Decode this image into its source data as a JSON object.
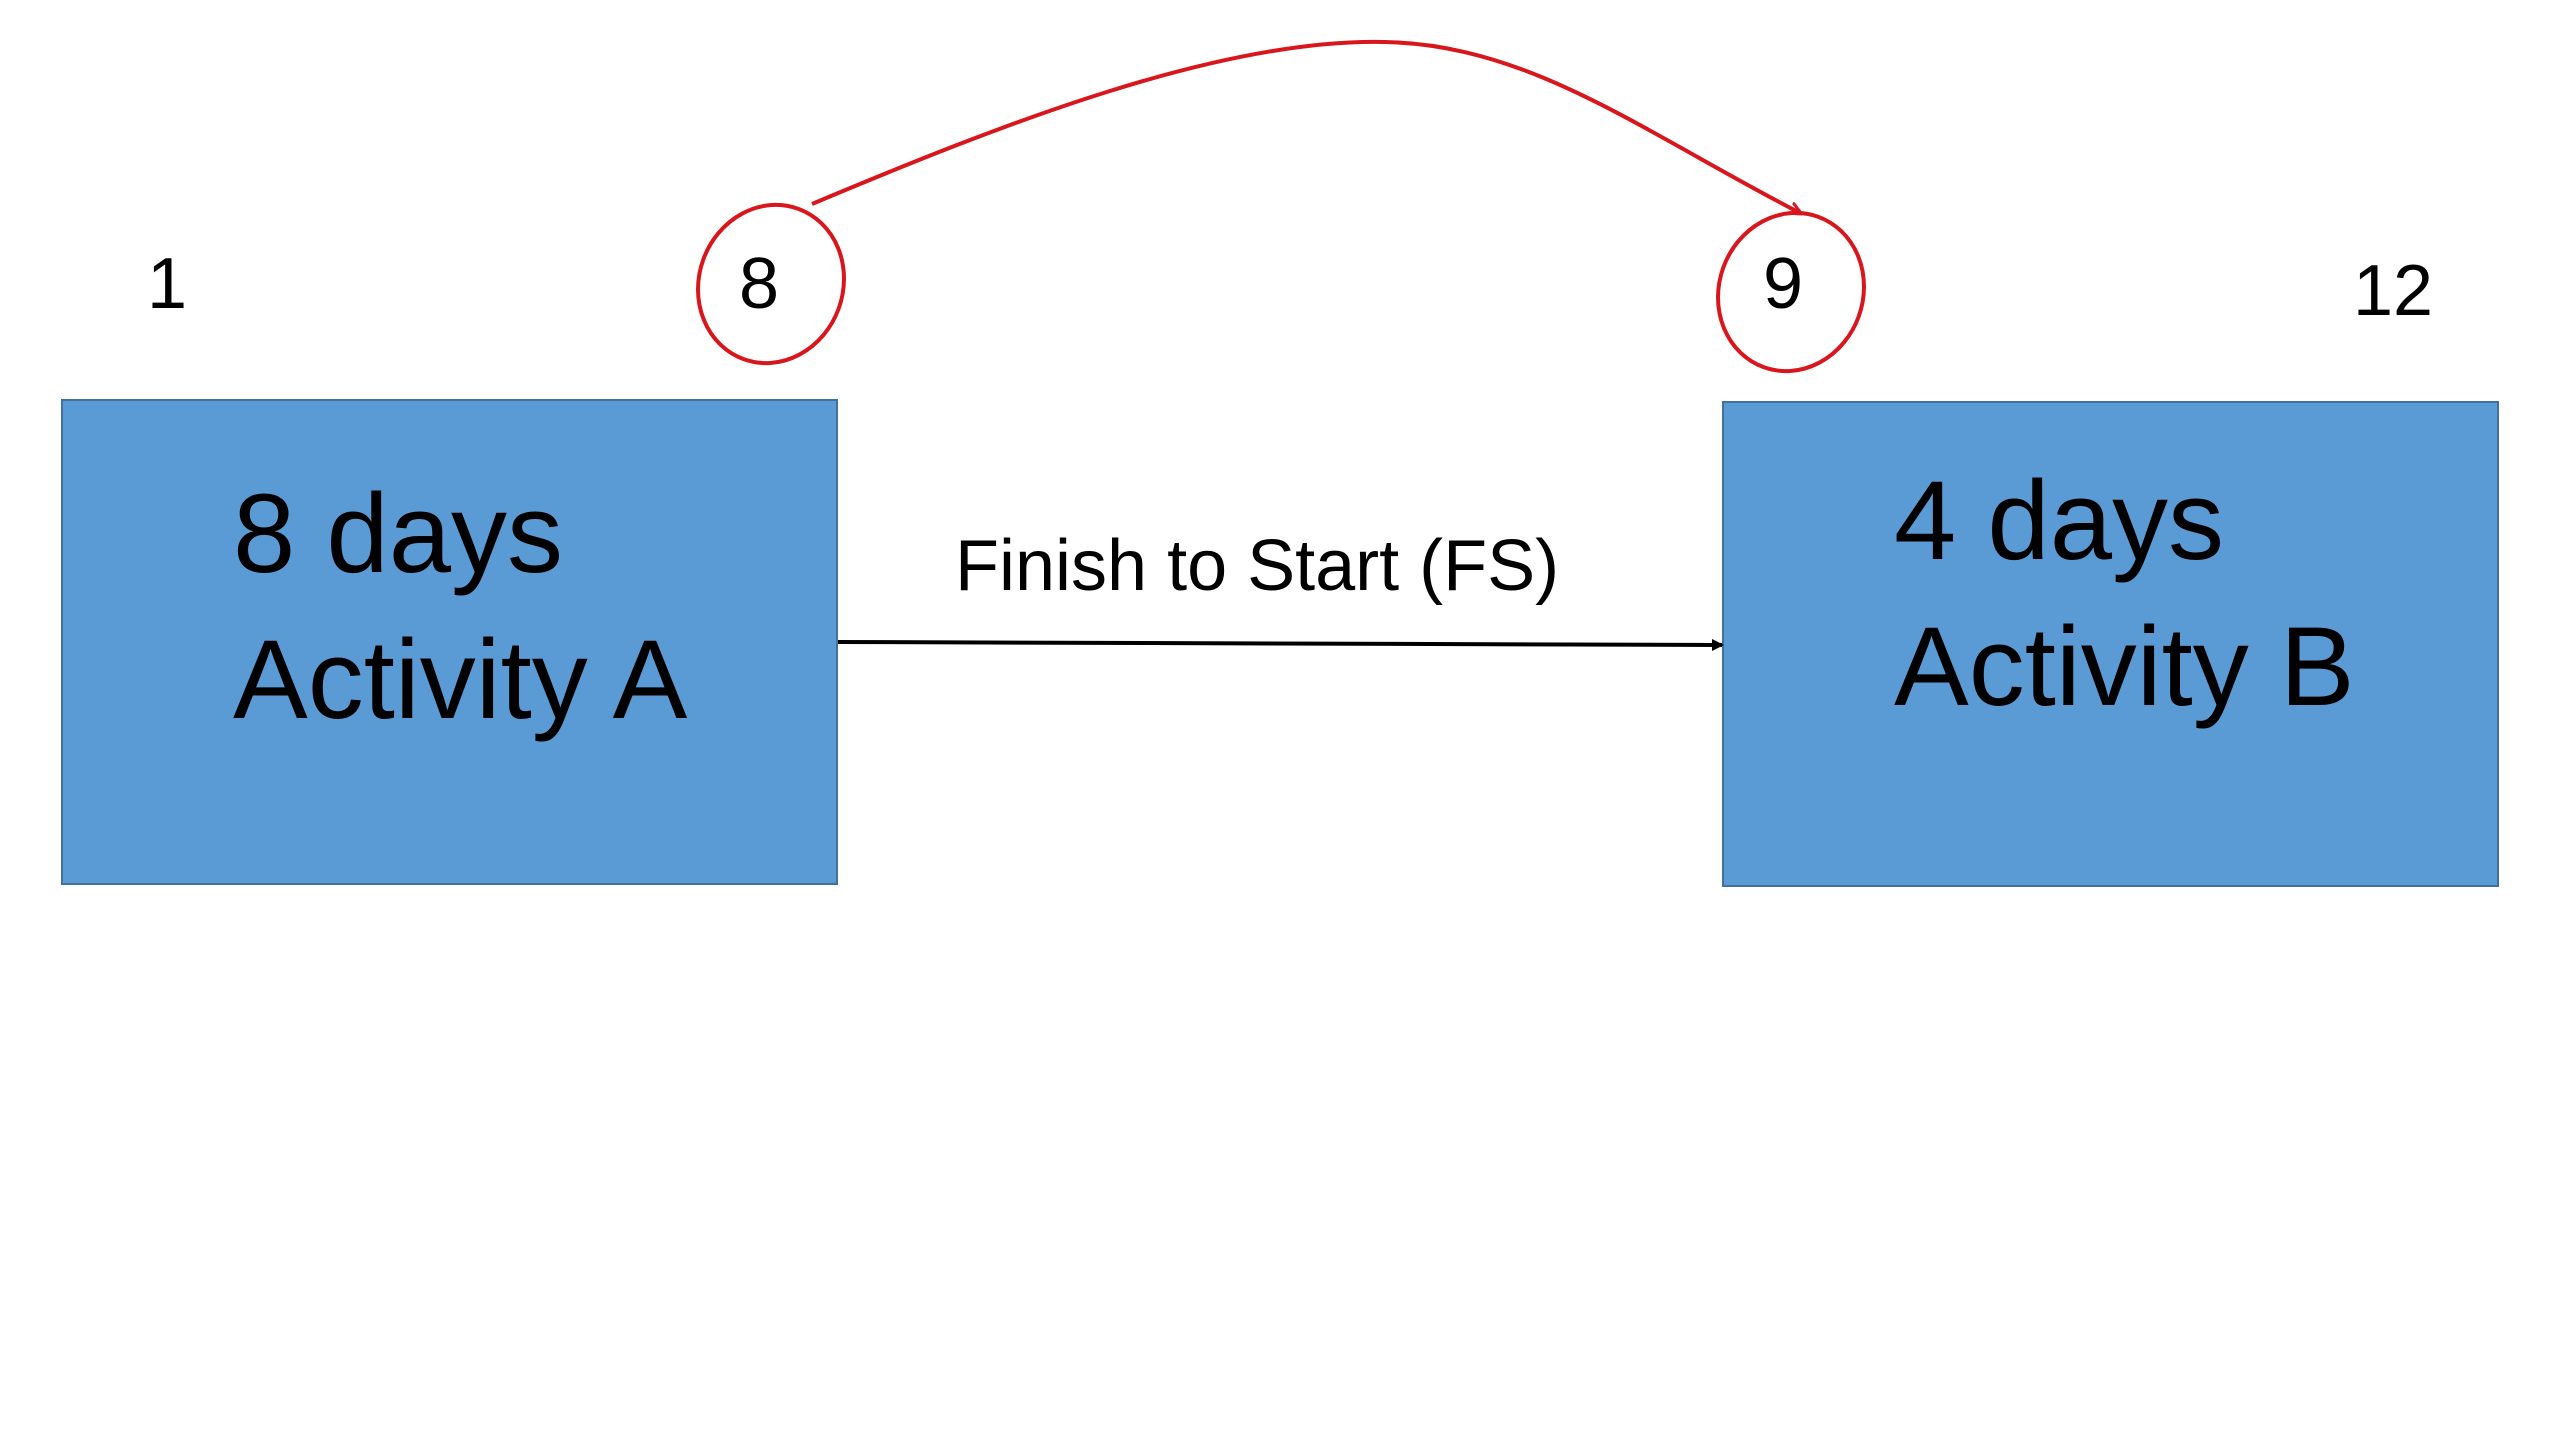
{
  "timeline": {
    "activity_a_start": "1",
    "activity_a_finish": "8",
    "activity_b_start": "9",
    "activity_b_finish": "12"
  },
  "activity_a": {
    "duration": "8 days",
    "name": "Activity A"
  },
  "activity_b": {
    "duration": "4 days",
    "name": "Activity B"
  },
  "dependency": {
    "label": "Finish to Start (FS)"
  },
  "colors": {
    "box_fill": "#5b9bd5",
    "box_border": "#41719c",
    "highlight": "#d9161c",
    "text": "#000000",
    "arrow": "#000000"
  }
}
